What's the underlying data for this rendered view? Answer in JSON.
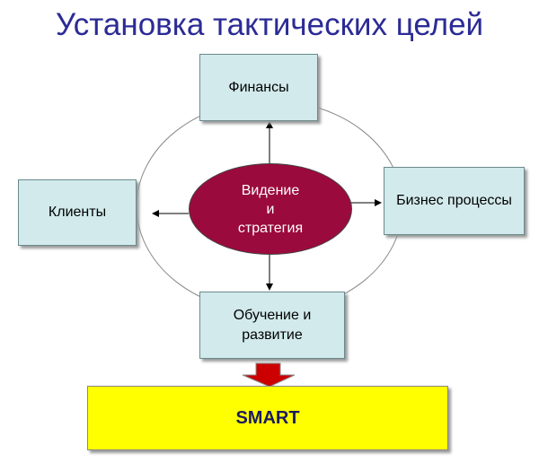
{
  "title": "Установка тактических целей",
  "center": {
    "line1": "Видение",
    "line2": "и",
    "line3": "стратегия"
  },
  "boxes": {
    "top": "Финансы",
    "left": "Клиенты",
    "right": "Бизнес процессы",
    "bottom_line1": "Обучение и",
    "bottom_line2": "развитие"
  },
  "result": "SMART",
  "colors": {
    "title": "#2b2b95",
    "ellipse": "#9b0a3c",
    "box": "#d2eaec",
    "smart": "#ffff00",
    "arrow": "#cc0000"
  }
}
